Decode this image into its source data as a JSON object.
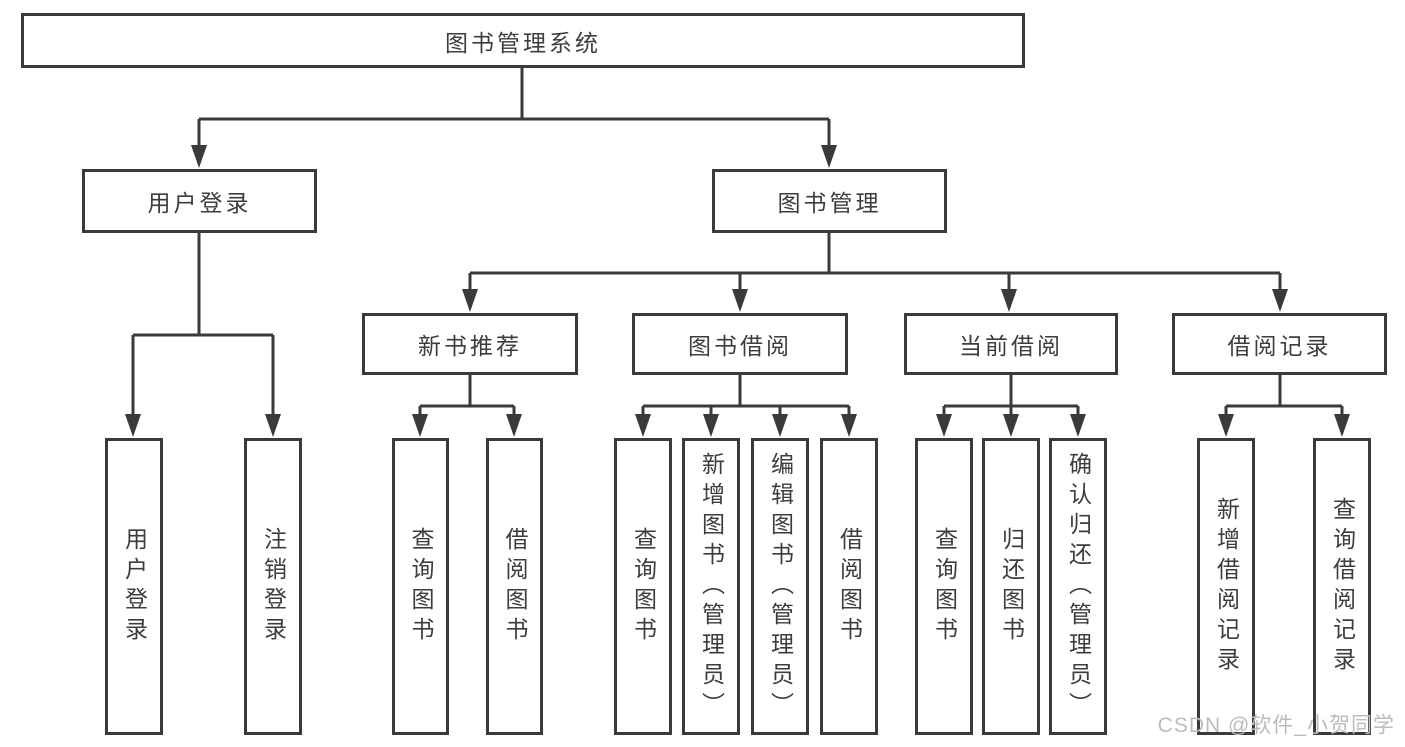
{
  "diagram": {
    "type": "tree",
    "root": {
      "label": "图书管理系统"
    },
    "branches": [
      {
        "label": "用户登录",
        "children": [
          {
            "label": "用户登录"
          },
          {
            "label": "注销登录"
          }
        ]
      },
      {
        "label": "图书管理",
        "children": [
          {
            "label": "新书推荐",
            "children": [
              {
                "label": "查询图书"
              },
              {
                "label": "借阅图书"
              }
            ]
          },
          {
            "label": "图书借阅",
            "children": [
              {
                "label": "查询图书"
              },
              {
                "label": "新增图书（管理员）"
              },
              {
                "label": "编辑图书（管理员）"
              },
              {
                "label": "借阅图书"
              }
            ]
          },
          {
            "label": "当前借阅",
            "children": [
              {
                "label": "查询图书"
              },
              {
                "label": "归还图书"
              },
              {
                "label": "确认归还（管理员）"
              }
            ]
          },
          {
            "label": "借阅记录",
            "children": [
              {
                "label": "新增借阅记录"
              },
              {
                "label": "查询借阅记录"
              }
            ]
          }
        ]
      }
    ]
  },
  "watermark": {
    "text": "CSDN @软件_小贺同学"
  },
  "colors": {
    "line": "#3a3a3a",
    "box_border": "#3a3a3a",
    "text": "#3d3d3d",
    "watermark": "#b9bdc2",
    "background": "#ffffff"
  }
}
